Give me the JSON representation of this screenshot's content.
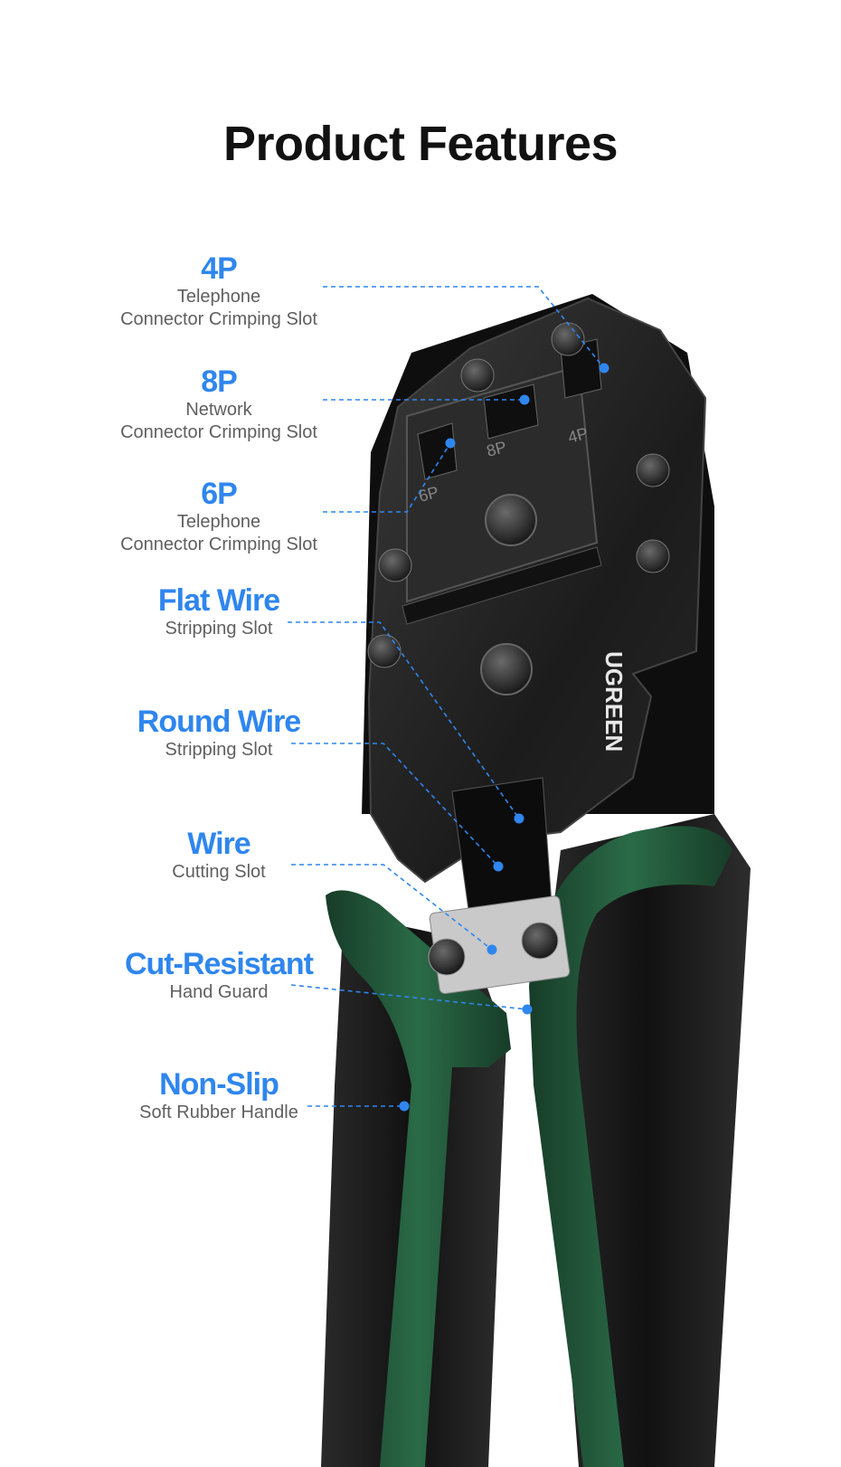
{
  "title": "Product Features",
  "brand": "UGREEN",
  "slot_labels": {
    "p4": "4P",
    "p8": "8P",
    "p6": "6P"
  },
  "colors": {
    "accent": "#2f86ee",
    "handle_green": "#1f4d34",
    "metal_black": "#1a1a1a"
  },
  "features": [
    {
      "title": "4P",
      "desc1": "Telephone",
      "desc2": "Connector  Crimping Slot"
    },
    {
      "title": "8P",
      "desc1": "Network",
      "desc2": "Connector Crimping Slot"
    },
    {
      "title": "6P",
      "desc1": "Telephone",
      "desc2": "Connector Crimping Slot"
    },
    {
      "title": "Flat Wire",
      "desc1": "Stripping Slot"
    },
    {
      "title": "Round Wire",
      "desc1": "Stripping Slot"
    },
    {
      "title": "Wire",
      "desc1": "Cutting Slot"
    },
    {
      "title": "Cut-Resistant",
      "desc1": "Hand Guard"
    },
    {
      "title": "Non-Slip",
      "desc1": "Soft Rubber Handle"
    }
  ]
}
